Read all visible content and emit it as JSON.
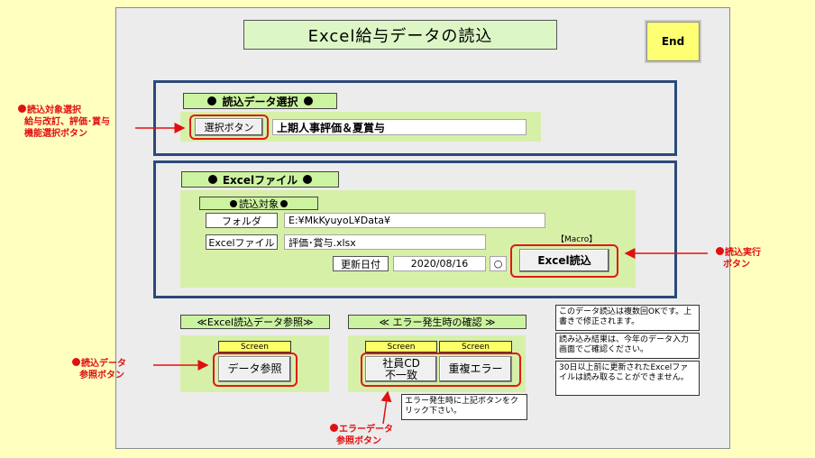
{
  "title": "Excel給与データの読込",
  "end_label": "End",
  "section1": {
    "header": "読込データ選択",
    "select_button": "選択ボタン",
    "selected_value": "上期人事評価＆夏賞与"
  },
  "section2": {
    "header": "Excelファイル",
    "target_header": "読込対象",
    "folder_label": "フォルダ",
    "folder_value": "E:¥MkKyuyoL¥Data¥",
    "file_label": "Excelファイル",
    "file_value": "評価･賞与.xlsx",
    "updated_label": "更新日付",
    "updated_value": "2020/08/16",
    "circle_mark": "○",
    "macro_tag": "【Macro】",
    "read_button": "Excel読込"
  },
  "ref_section": {
    "header": "≪Excel読込データ参照≫",
    "screen_tag": "Screen",
    "button": "データ参照"
  },
  "error_section": {
    "header": "≪ エラー発生時の確認 ≫",
    "screen_tag1": "Screen",
    "screen_tag2": "Screen",
    "button1_line1": "社員CD",
    "button1_line2": "不一致",
    "button2": "重複エラー",
    "hint": "エラー発生時に上記ボタンをクリック下さい。"
  },
  "notes": [
    "このデータ読込は複数回OKです。上書きで修正されます。",
    "読み込み結果は、今年のデータ入力画面でご確認ください。",
    "30日以上前に更新されたExcelファイルは読み取ることができません。"
  ],
  "annotations": {
    "a1_line1": "読込対象選択",
    "a1_line2": "給与改訂、評価･賞与",
    "a1_line3": "機能選択ボタン",
    "a2_line1": "読込実行",
    "a2_line2": "ボタン",
    "a3_line1": "読込データ",
    "a3_line2": "参照ボタン",
    "a4_line1": "エラーデータ",
    "a4_line2": "参照ボタン"
  },
  "colors": {
    "page_bg": "#ffffc0",
    "panel_bg": "#ececec",
    "frame": "#2c4a7a",
    "green": "#d7f0a8",
    "screen_tag": "#ffff66",
    "annotation_red": "#e01010"
  }
}
